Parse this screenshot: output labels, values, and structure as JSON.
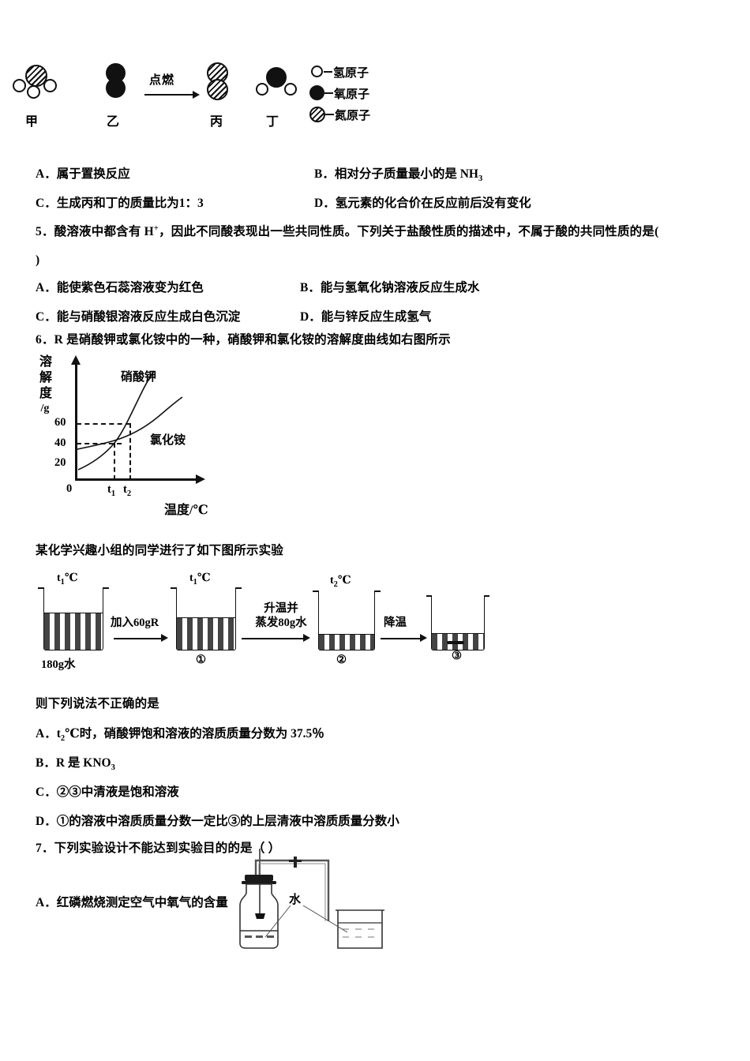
{
  "question4": {
    "diagram": {
      "name": "molecular-reaction-diagram",
      "species": [
        {
          "id": "jia",
          "label": "甲",
          "formula": "NH3",
          "atoms": "1 nitrogen + 3 hydrogen"
        },
        {
          "id": "yi",
          "label": "乙",
          "formula": "O2",
          "atoms": "2 oxygen"
        },
        {
          "id": "bing",
          "label": "丙",
          "formula": "N2",
          "atoms": "2 nitrogen"
        },
        {
          "id": "ding",
          "label": "丁",
          "formula": "H2O",
          "atoms": "1 oxygen + 2 hydrogen"
        }
      ],
      "reaction_condition": "点燃",
      "legend": [
        {
          "symbol": "hollow-circle",
          "label": "氢原子"
        },
        {
          "symbol": "filled-circle",
          "label": "氧原子"
        },
        {
          "symbol": "hatched-circle",
          "label": "氮原子"
        }
      ]
    },
    "options": [
      {
        "key": "A．",
        "text": "属于置换反应"
      },
      {
        "key": "B．",
        "text_pre": "相对分子质量最小的是 NH",
        "sub": "3"
      },
      {
        "key": "C．",
        "text": "生成丙和丁的质量比为1：3"
      },
      {
        "key": "D．",
        "text": "氢元素的化合价在反应前后没有变化"
      }
    ]
  },
  "question5": {
    "number": "5．",
    "stem_pre": "酸溶液中都含有 H",
    "stem_sup": "+",
    "stem_post": "，因此不同酸表现出一些共同性质。下列关于盐酸性质的描述中，不属于酸的共同性质的是(",
    "stem_close": ")",
    "options": [
      {
        "key": "A．",
        "text": "能使紫色石蕊溶液变为红色"
      },
      {
        "key": "B．",
        "text": "能与氢氧化钠溶液反应生成水"
      },
      {
        "key": "C．",
        "text": "能与硝酸银溶液反应生成白色沉淀"
      },
      {
        "key": "D．",
        "text": "能与锌反应生成氢气"
      }
    ]
  },
  "question6": {
    "number": "6．",
    "stem": "R 是硝酸钾或氯化铵中的一种，硝酸钾和氯化铵的溶解度曲线如右图所示",
    "intro": "某化学兴趣小组的同学进行了如下图所示实验",
    "prompt": "则下列说法不正确的是",
    "options": [
      {
        "key": "A．",
        "pre": "t",
        "sub": "2",
        "post": "℃时，硝酸钾饱和溶液的溶质质量分数为 37.5％"
      },
      {
        "key": "B．",
        "pre": "R 是 KNO",
        "sub": "3",
        "post": ""
      },
      {
        "key": "C．",
        "pre": "②③中清液是饱和溶液",
        "sub": "",
        "post": ""
      },
      {
        "key": "D．",
        "pre": "①的溶液中溶质质量分数一定比③的上层清液中溶质质量分数小",
        "sub": "",
        "post": ""
      }
    ],
    "experiment": {
      "name": "solubility-beaker-experiment",
      "steps": [
        {
          "id": "start",
          "temp_pre": "t",
          "temp_sub": "1",
          "temp_post": "℃",
          "caption": "180g水",
          "arrow_label": "加入60gR"
        },
        {
          "id": "1",
          "temp_pre": "t",
          "temp_sub": "1",
          "temp_post": "℃",
          "caption": "①",
          "arrow_label_line1": "升温并",
          "arrow_label_line2": "蒸发80g水"
        },
        {
          "id": "2",
          "temp_pre": "t",
          "temp_sub": "2",
          "temp_post": "℃",
          "caption": "②",
          "arrow_label": "降温"
        },
        {
          "id": "3",
          "temp_pre": "",
          "temp_sub": "",
          "temp_post": "",
          "caption": "③",
          "arrow_label": ""
        }
      ]
    }
  },
  "question7": {
    "number": "7．",
    "stem": "下列实验设计不能达到实验目的的是（    ）",
    "options": [
      {
        "key": "A．",
        "text": "红磷燃烧测定空气中氧气的含量"
      }
    ],
    "apparatus": {
      "name": "red-phosphorus-oxygen-apparatus",
      "water_label": "水"
    }
  },
  "chart_data": {
    "type": "line",
    "name": "solubility-curves",
    "title": "",
    "xlabel": "温度/℃",
    "ylabel": "溶解度/g",
    "ylabel_chars": [
      "溶",
      "解",
      "度",
      "/g"
    ],
    "origin_label": "0",
    "yticks": [
      20,
      40,
      60
    ],
    "xticks": [
      "t₁",
      "t₂"
    ],
    "xtick_labels": [
      {
        "pre": "t",
        "sub": "1"
      },
      {
        "pre": "t",
        "sub": "2"
      }
    ],
    "grid": false,
    "legend_position": "inline-labels",
    "series": [
      {
        "name": "硝酸钾",
        "label_cn": "硝酸钾",
        "description": "steeply rising curve, starts near 15 g, passes 40 g at t1, 60 g+ beyond t2",
        "points": [
          [
            0,
            15
          ],
          [
            10,
            22
          ],
          [
            20,
            31
          ],
          [
            28,
            40
          ],
          [
            34,
            48
          ],
          [
            40,
            60
          ],
          [
            46,
            76
          ]
        ]
      },
      {
        "name": "氯化铵",
        "label_cn": "氯化铵",
        "description": "gently rising curve, starts near 29 g, 40 g at t1 region, ~43 g at t2",
        "points": [
          [
            0,
            29
          ],
          [
            10,
            33
          ],
          [
            20,
            37
          ],
          [
            28,
            40
          ],
          [
            34,
            43
          ],
          [
            42,
            50
          ],
          [
            50,
            62
          ]
        ]
      }
    ],
    "annotations": [
      {
        "type": "dashed-h",
        "y": 60,
        "note": "60 g level to KNO3 curve at t2"
      },
      {
        "type": "dashed-h",
        "y": 40,
        "note": "40 g level to intersection near t1"
      },
      {
        "type": "dashed-v",
        "x": "t1",
        "note": "vertical drop at t1"
      },
      {
        "type": "dashed-v",
        "x": "t2",
        "note": "vertical drop at t2"
      }
    ]
  }
}
